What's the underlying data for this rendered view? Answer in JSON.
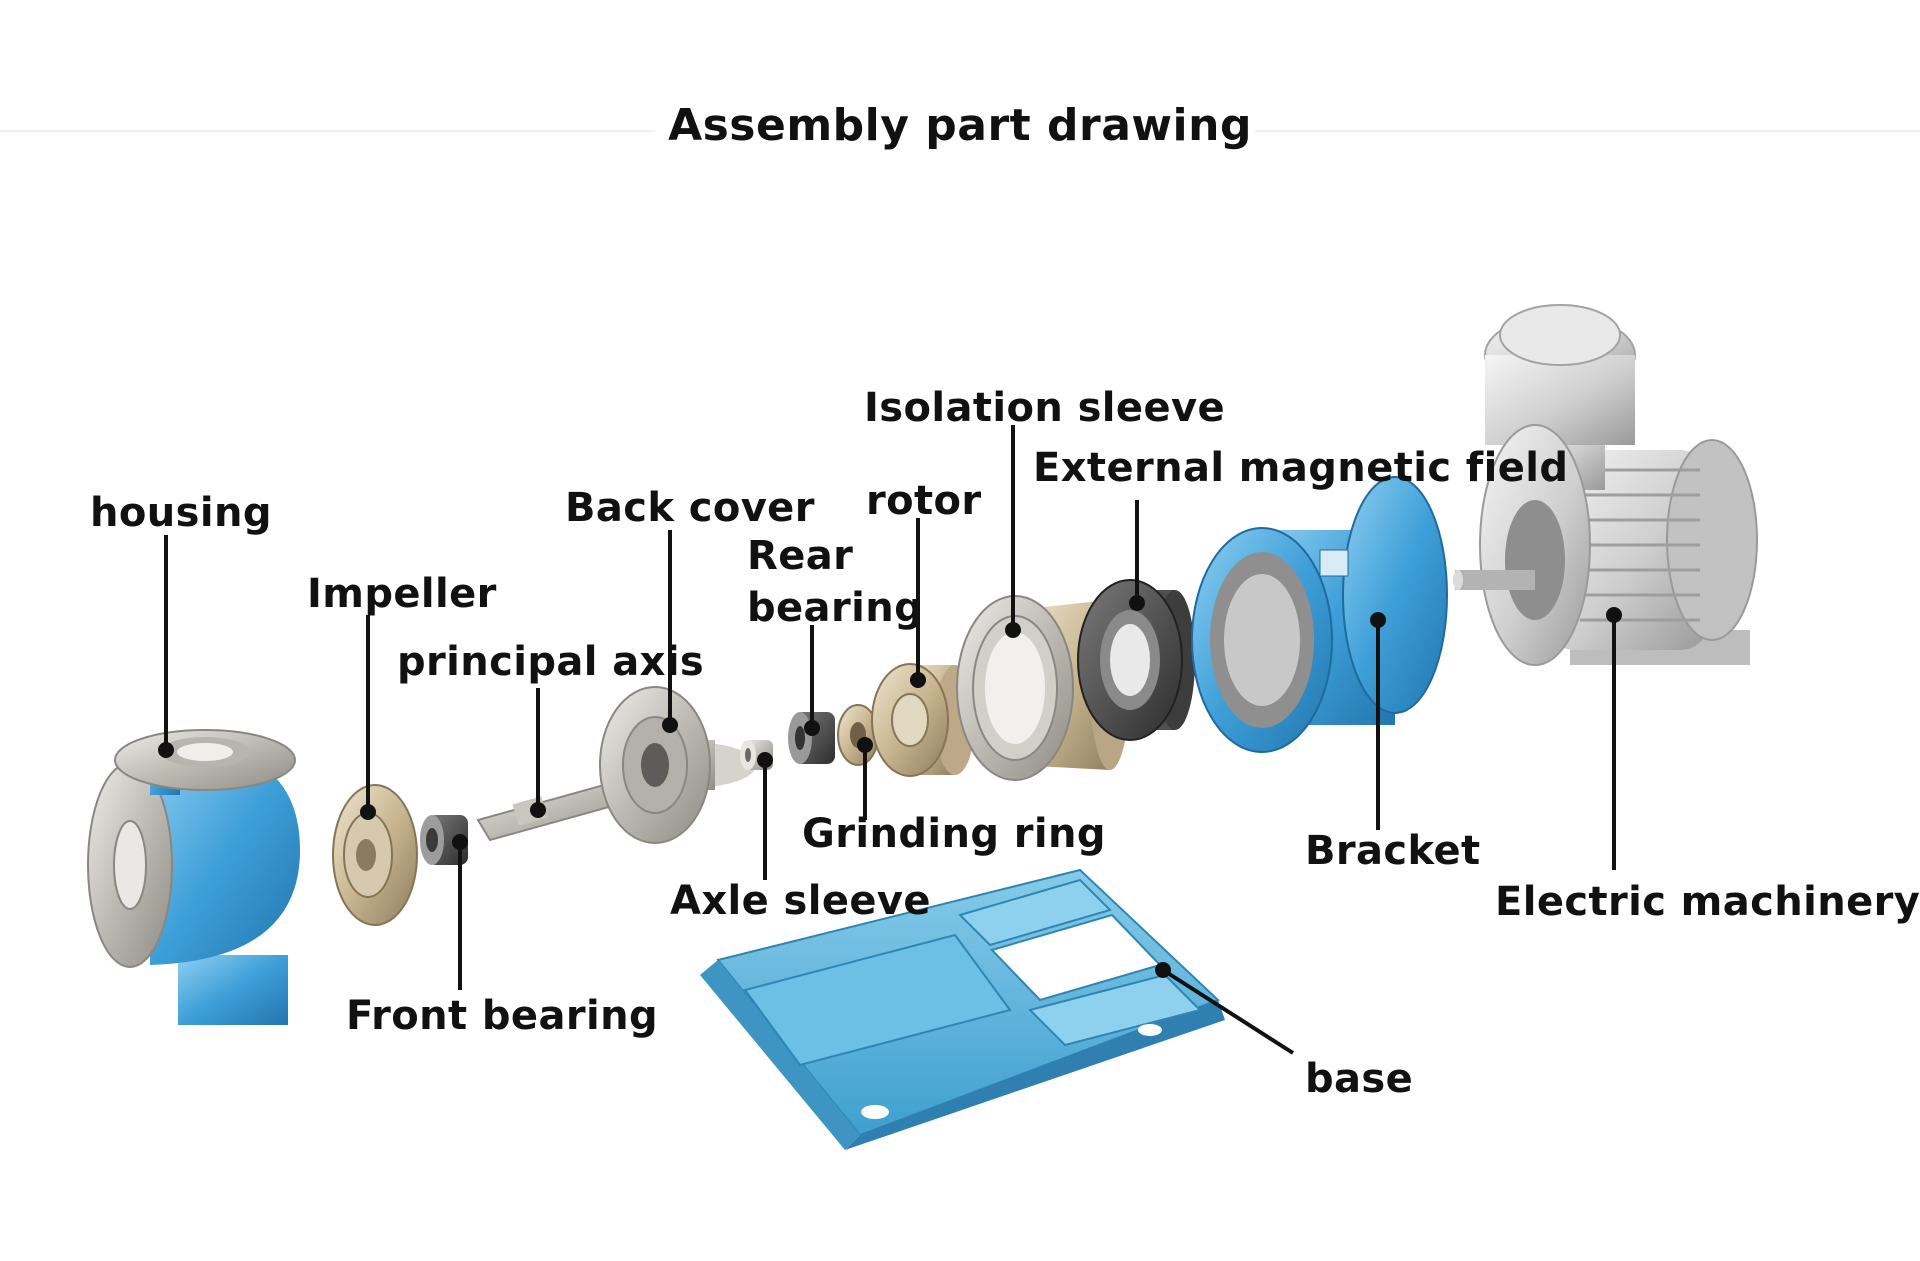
{
  "title": "Assembly part drawing",
  "colors": {
    "pump_blue": "#45a6dc",
    "metal_silver": "#c9c7c2",
    "base_blue": "#5fb9e2",
    "motor_gray": "#cfcfcf",
    "label_text": "#111111"
  },
  "parts": [
    {
      "id": "housing",
      "label": "housing"
    },
    {
      "id": "impeller",
      "label": "Impeller"
    },
    {
      "id": "principal-axis",
      "label": "principal axis"
    },
    {
      "id": "front-bearing",
      "label": "Front bearing"
    },
    {
      "id": "back-cover",
      "label": "Back cover"
    },
    {
      "id": "axle-sleeve",
      "label": "Axle sleeve"
    },
    {
      "id": "rear-bearing",
      "label": "Rear bearing"
    },
    {
      "id": "grinding-ring",
      "label": "Grinding ring"
    },
    {
      "id": "rotor",
      "label": "rotor"
    },
    {
      "id": "isolation-sleeve",
      "label": "Isolation sleeve"
    },
    {
      "id": "external-magnetic-field",
      "label": "External magnetic field"
    },
    {
      "id": "bracket",
      "label": "Bracket"
    },
    {
      "id": "electric-machinery",
      "label": "Electric machinery"
    },
    {
      "id": "base",
      "label": "base"
    }
  ]
}
